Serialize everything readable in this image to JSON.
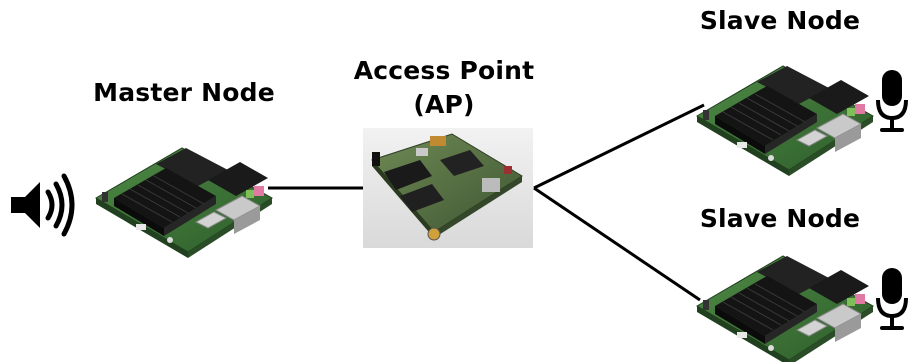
{
  "labels": {
    "master": "Master Node",
    "access_point_line1": "Access Point",
    "access_point_line2": "(AP)",
    "slave_top": "Slave Node",
    "slave_bottom": "Slave Node"
  },
  "icons": {
    "master_output": "speaker-icon",
    "slave_inputs": "microphone-icon"
  },
  "colors": {
    "board_green": "#3f7a3a",
    "heatsink": "#1d1d1d",
    "ap_board": "#5d7446",
    "connector_lines": "#000000"
  }
}
